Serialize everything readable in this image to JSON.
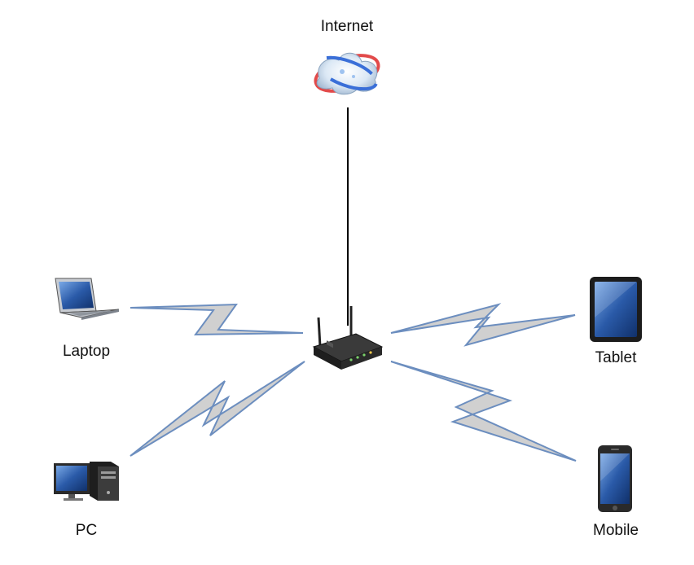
{
  "diagram": {
    "nodes": {
      "internet": {
        "label": "Internet",
        "icon": "cloud-globe-icon"
      },
      "router": {
        "label": "",
        "icon": "wireless-router-icon"
      },
      "laptop": {
        "label": "Laptop",
        "icon": "laptop-icon"
      },
      "pc": {
        "label": "PC",
        "icon": "desktop-pc-icon"
      },
      "tablet": {
        "label": "Tablet",
        "icon": "tablet-icon"
      },
      "mobile": {
        "label": "Mobile",
        "icon": "mobile-phone-icon"
      }
    },
    "edges": [
      {
        "from": "internet",
        "to": "router",
        "type": "wired"
      },
      {
        "from": "router",
        "to": "laptop",
        "type": "wireless"
      },
      {
        "from": "router",
        "to": "pc",
        "type": "wireless"
      },
      {
        "from": "router",
        "to": "tablet",
        "type": "wireless"
      },
      {
        "from": "router",
        "to": "mobile",
        "type": "wireless"
      }
    ],
    "colors": {
      "wired_line": "#000000",
      "wireless_fill": "#d0d0d0",
      "wireless_stroke": "#6c8ebf",
      "device_screen": "#2a5aa8"
    }
  }
}
